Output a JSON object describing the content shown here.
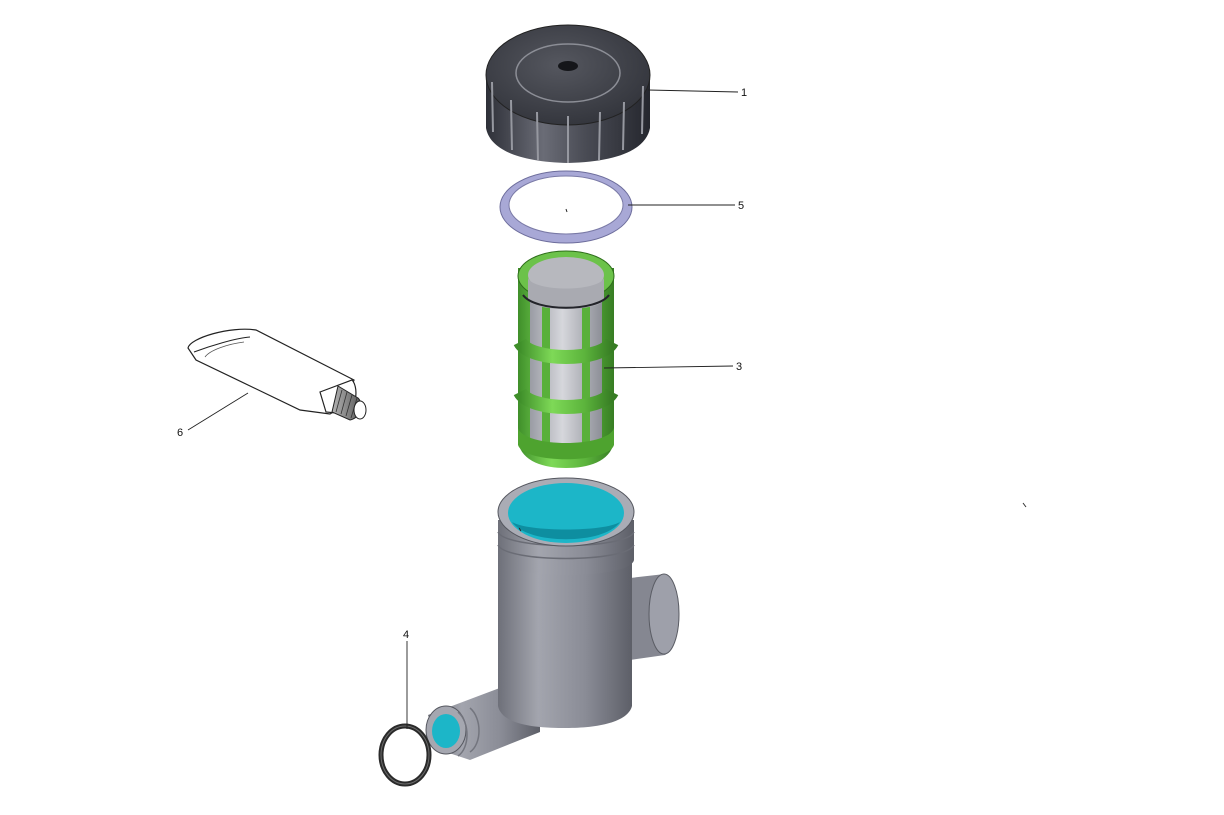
{
  "callouts": [
    {
      "id": "1",
      "text": "1"
    },
    {
      "id": "5",
      "text": "5"
    },
    {
      "id": "3",
      "text": "3"
    },
    {
      "id": "6",
      "text": "6"
    },
    {
      "id": "4",
      "text": "4"
    }
  ],
  "parts": [
    {
      "callout": "1",
      "kind": "cap-icon",
      "color": "#4a4c55"
    },
    {
      "callout": "5",
      "kind": "flat-seal-ring-icon",
      "color": "#a8a8d6"
    },
    {
      "callout": "3",
      "kind": "filter-strainer-icon",
      "color": "#6cc24a"
    },
    {
      "callout": "6",
      "kind": "grease-tube-icon",
      "color": "#ffffff"
    },
    {
      "callout": "4",
      "kind": "o-ring-icon",
      "color": "#2a2a2a"
    },
    {
      "callout": "",
      "kind": "filter-housing-icon",
      "color": "#8a8c96"
    }
  ],
  "colors": {
    "housing_interior": "#1cb6c8",
    "leader_line": "#222222"
  }
}
